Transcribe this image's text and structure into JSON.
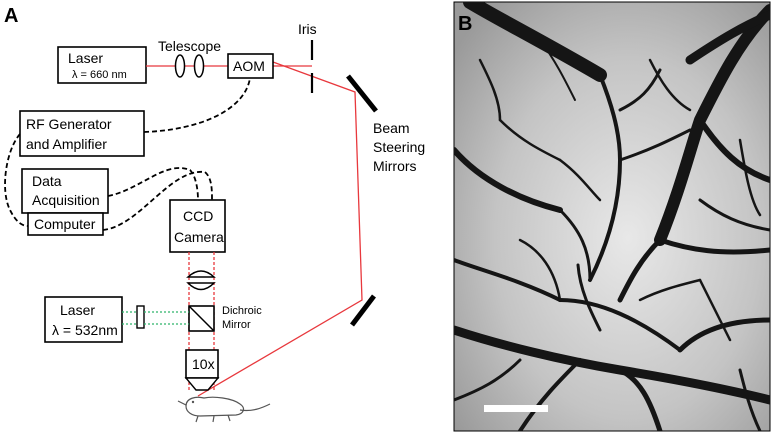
{
  "panel_a": {
    "letter": "A",
    "laser_660": {
      "line1": "Laser",
      "line2": "λ = 660 nm"
    },
    "telescope": "Telescope",
    "aom": "AOM",
    "iris": "Iris",
    "beam_steering": [
      "Beam",
      "Steering",
      "Mirrors"
    ],
    "rf_generator": [
      "RF Generator",
      "and Amplifier"
    ],
    "data_acquisition": [
      "Data",
      "Acquisition"
    ],
    "computer": "Computer",
    "ccd_camera": [
      "CCD",
      "Camera"
    ],
    "laser_532": {
      "line1": "Laser",
      "line2": "λ = 532nm"
    },
    "dichroic": [
      "Dichroic",
      "Mirror"
    ],
    "objective": "10x"
  },
  "panel_b": {
    "letter": "B"
  },
  "colors": {
    "laser_red": "#e8383d",
    "laser_green": "#2fb36b",
    "image_background": "#c9c9c9",
    "vessel": "#151515"
  }
}
